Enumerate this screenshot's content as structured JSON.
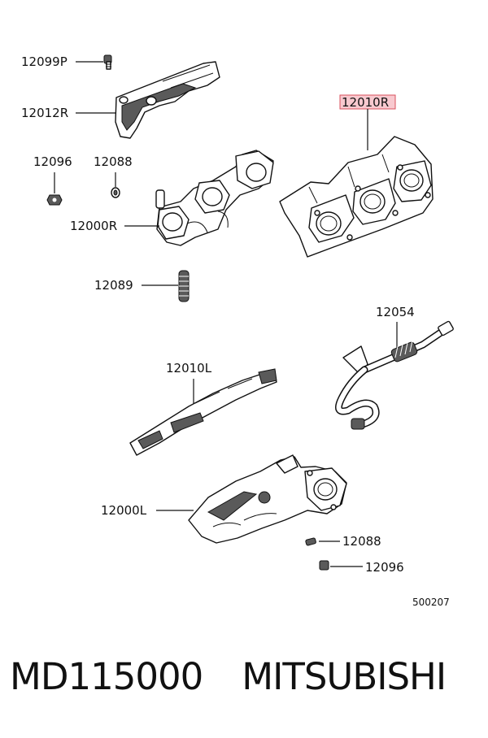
{
  "callouts": {
    "c12099P": "12099P",
    "c12012R": "12012R",
    "c12096a": "12096",
    "c12088a": "12088",
    "c12000R": "12000R",
    "c12089": "12089",
    "c12010R": "12010R",
    "c12054": "12054",
    "c12010L": "12010L",
    "c12000L": "12000L",
    "c12088b": "12088",
    "c12096b": "12096"
  },
  "diagram_code": "500207",
  "caption": {
    "part_number": "MD115000",
    "brand": "MITSUBISHI"
  },
  "highlight_color": "#d9515e"
}
